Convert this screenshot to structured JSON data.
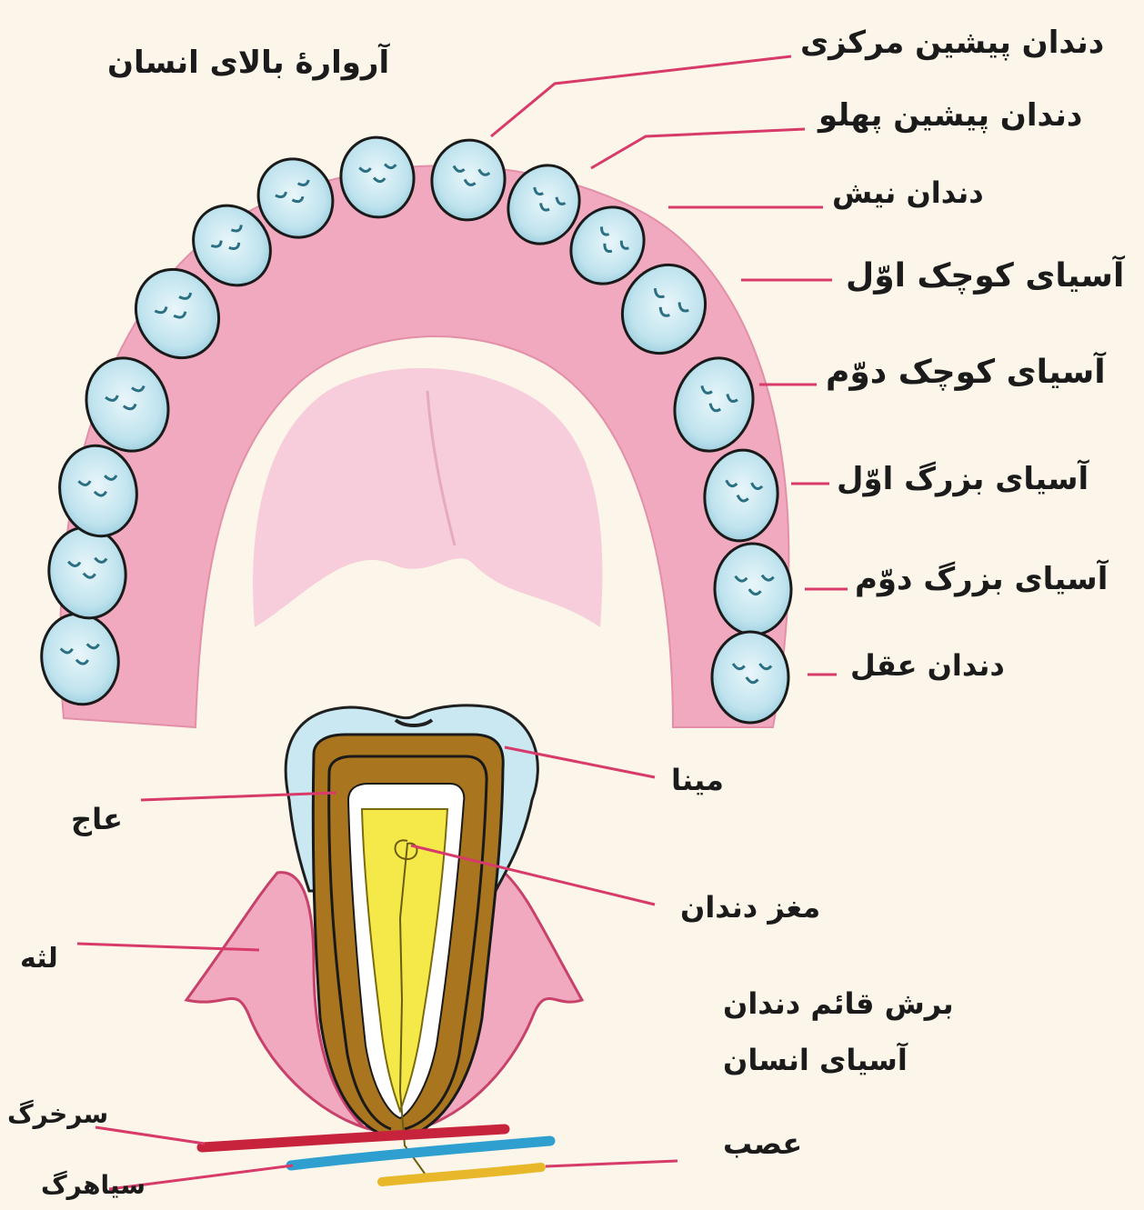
{
  "title": "آروارهٔ بالای انسان",
  "teeth_labels": [
    "دندان پیشین مرکزی",
    "دندان پیشین پهلو",
    "دندان نیش",
    "آسیای کوچک اوّل",
    "آسیای کوچک دوّم",
    "آسیای بزرگ اوّل",
    "آسیای بزرگ دوّم",
    "دندان عقل"
  ],
  "section_labels": {
    "enamel": "مینا",
    "dentin": "عاج",
    "pulp": "مغز دندان",
    "gum": "لثه",
    "artery": "سرخرگ",
    "vein": "سیاهرگ",
    "nerve": "عصب"
  },
  "caption": {
    "line1": "برش قائم دندان",
    "line2": "آسیای انسان"
  },
  "colors": {
    "background": "#fbf6e9",
    "gum_pink": "#f0a9bf",
    "palate_pink": "#f7cddb",
    "tooth_blue": "#bfe3ee",
    "dentin_brown": "#a9761f",
    "pulp_yellow": "#f5e94a",
    "leader_red": "#d83a6a",
    "artery_red": "#c8233c",
    "vein_blue": "#2f9fd0",
    "nerve_yellow": "#e8b82a"
  }
}
